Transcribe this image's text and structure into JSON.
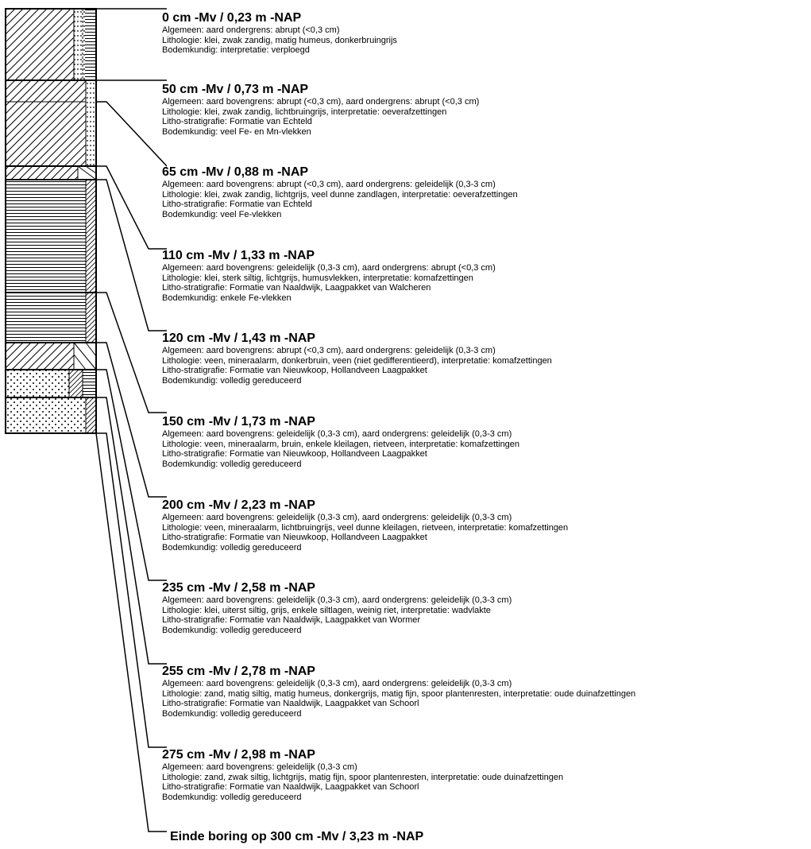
{
  "layers": [
    {
      "heading": "0 cm -Mv / 0,23 m -NAP",
      "lines": [
        "Algemeen: aard ondergrens: abrupt (<0,3 cm)",
        "Lithologie: klei, zwak zandig, matig humeus, donkerbruingrijs",
        "Bodemkundig: interpretatie: verploegd"
      ]
    },
    {
      "heading": "50 cm -Mv / 0,73 m -NAP",
      "lines": [
        "Algemeen: aard bovengrens: abrupt (<0,3 cm), aard ondergrens: abrupt (<0,3 cm)",
        "Lithologie: klei, zwak zandig, lichtbruingrijs, interpretatie: oeverafzettingen",
        "Litho-stratigrafie: Formatie van Echteld",
        "Bodemkundig: veel Fe- en Mn-vlekken"
      ]
    },
    {
      "heading": "65 cm -Mv / 0,88 m -NAP",
      "lines": [
        "Algemeen: aard bovengrens: abrupt (<0,3 cm), aard ondergrens: geleidelijk (0,3-3 cm)",
        "Lithologie: klei, zwak zandig, lichtgrijs, veel dunne zandlagen, interpretatie: oeverafzettingen",
        "Litho-stratigrafie: Formatie van Echteld",
        "Bodemkundig: veel Fe-vlekken"
      ]
    },
    {
      "heading": "110 cm -Mv / 1,33 m -NAP",
      "lines": [
        "Algemeen: aard bovengrens: geleidelijk (0,3-3 cm), aard ondergrens: abrupt (<0,3 cm)",
        "Lithologie: klei, sterk siltig, lichtgrijs, humusvlekken, interpretatie: komafzettingen",
        "Litho-stratigrafie: Formatie van Naaldwijk, Laagpakket van Walcheren",
        "Bodemkundig: enkele Fe-vlekken"
      ]
    },
    {
      "heading": "120 cm -Mv / 1,43 m -NAP",
      "lines": [
        "Algemeen: aard bovengrens: abrupt (<0,3 cm), aard ondergrens: geleidelijk (0,3-3 cm)",
        "Lithologie: veen, mineraalarm, donkerbruin, veen (niet gedifferentieerd), interpretatie: komafzettingen",
        "Litho-stratigrafie: Formatie van Nieuwkoop, Hollandveen Laagpakket",
        "Bodemkundig: volledig gereduceerd"
      ]
    },
    {
      "heading": "150 cm -Mv / 1,73 m -NAP",
      "lines": [
        "Algemeen: aard bovengrens: geleidelijk (0,3-3 cm), aard ondergrens: geleidelijk (0,3-3 cm)",
        "Lithologie: veen, mineraalarm, bruin, enkele kleilagen, rietveen, interpretatie: komafzettingen",
        "Litho-stratigrafie: Formatie van Nieuwkoop, Hollandveen Laagpakket",
        "Bodemkundig: volledig gereduceerd"
      ]
    },
    {
      "heading": "200 cm -Mv / 2,23 m -NAP",
      "lines": [
        "Algemeen: aard bovengrens: geleidelijk (0,3-3 cm), aard ondergrens: geleidelijk (0,3-3 cm)",
        "Lithologie: veen, mineraalarm, lichtbruingrijs, veel dunne kleilagen, rietveen, interpretatie: komafzettingen",
        "Litho-stratigrafie: Formatie van Nieuwkoop, Hollandveen Laagpakket",
        "Bodemkundig: volledig gereduceerd"
      ]
    },
    {
      "heading": "235 cm -Mv / 2,58 m -NAP",
      "lines": [
        "Algemeen: aard bovengrens: geleidelijk (0,3-3 cm), aard ondergrens: geleidelijk (0,3-3 cm)",
        "Lithologie: klei, uiterst siltig, grijs, enkele siltlagen, weinig riet, interpretatie: wadvlakte",
        "Litho-stratigrafie: Formatie van Naaldwijk, Laagpakket van Wormer",
        "Bodemkundig: volledig gereduceerd"
      ]
    },
    {
      "heading": "255 cm -Mv / 2,78 m -NAP",
      "lines": [
        "Algemeen: aard bovengrens: geleidelijk (0,3-3 cm), aard ondergrens: geleidelijk (0,3-3 cm)",
        "Lithologie: zand, matig siltig, matig humeus, donkergrijs, matig fijn, spoor plantenresten, interpretatie: oude duinafzettingen",
        "Litho-stratigrafie: Formatie van Naaldwijk, Laagpakket van Schoorl",
        "Bodemkundig: volledig gereduceerd"
      ]
    },
    {
      "heading": "275 cm -Mv / 2,98 m -NAP",
      "lines": [
        "Algemeen: aard bovengrens: geleidelijk (0,3-3 cm)",
        "Lithologie: zand, zwak siltig, lichtgrijs, matig fijn, spoor plantenresten, interpretatie: oude duinafzettingen",
        "Litho-stratigrafie: Formatie van Naaldwijk, Laagpakket van Schoorl",
        "Bodemkundig: volledig gereduceerd"
      ]
    }
  ],
  "end_label": "Einde boring op 300 cm -Mv / 3,23 m -NAP"
}
